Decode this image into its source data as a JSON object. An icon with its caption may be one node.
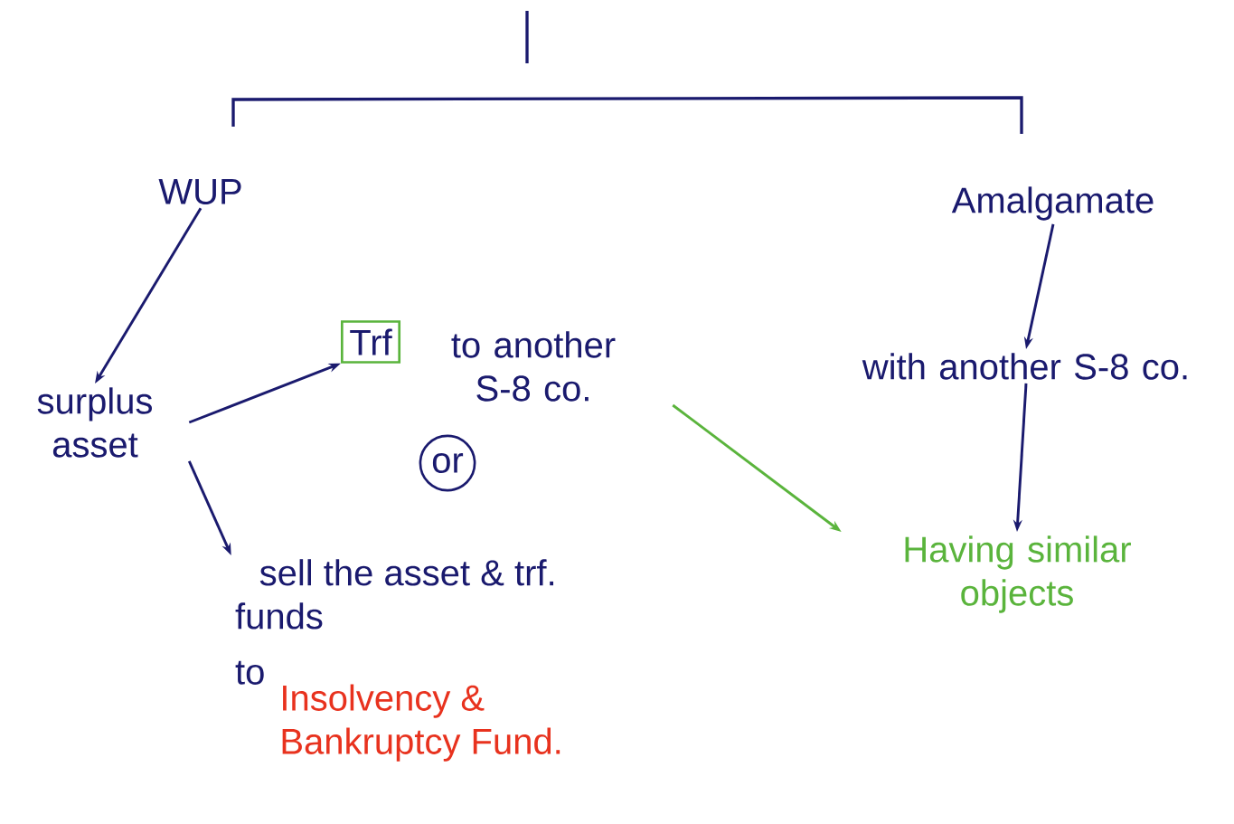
{
  "diagram": {
    "nodes": [
      {
        "text": [
          "WUP"
        ]
      },
      {
        "text": [
          "surplus asset"
        ]
      },
      {
        "text": [
          "Trf"
        ]
      },
      {
        "text": [
          "to another S-8 co."
        ]
      },
      {
        "text": [
          "or"
        ]
      },
      {
        "text": [
          "sell the asset & trf. funds",
          "to",
          "Insolvency & Bankruptcy Fund."
        ]
      },
      {
        "text": [
          "Amalgamate"
        ]
      },
      {
        "text": [
          "with another S-8 co."
        ]
      },
      {
        "text": [
          "Having similar objects"
        ]
      }
    ],
    "edges": [
      {
        "from": 0,
        "to": 1,
        "arrow": "to"
      },
      {
        "from": 1,
        "to": 2,
        "arrow": "to"
      },
      {
        "from": 1,
        "to": 5,
        "arrow": "to"
      },
      {
        "from": 3,
        "to": 8,
        "arrow": "to",
        "color": "#5ab43c"
      },
      {
        "from": 6,
        "to": 7,
        "arrow": "to"
      },
      {
        "from": 7,
        "to": 8,
        "arrow": "to"
      }
    ]
  }
}
